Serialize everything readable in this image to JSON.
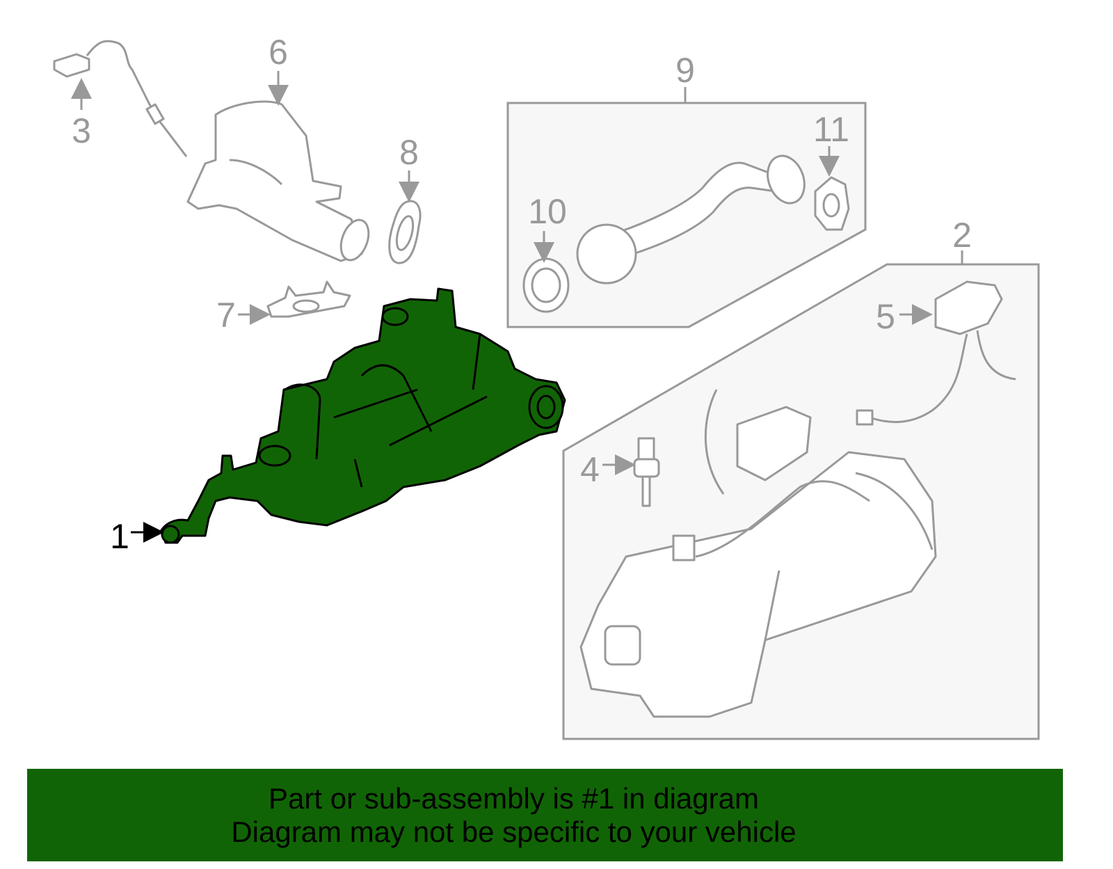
{
  "colors": {
    "highlight": "#116405",
    "line": "#999999",
    "box_fill": "#f7f7f7"
  },
  "callouts": {
    "c1": "1",
    "c2": "2",
    "c3": "3",
    "c4": "4",
    "c5": "5",
    "c6": "6",
    "c7": "7",
    "c8": "8",
    "c9": "9",
    "c10": "10",
    "c11": "11"
  },
  "highlighted_callout": "1",
  "banner": {
    "line1": "Part or sub-assembly is #1 in diagram",
    "line2": "Diagram may not be specific to your vehicle"
  }
}
